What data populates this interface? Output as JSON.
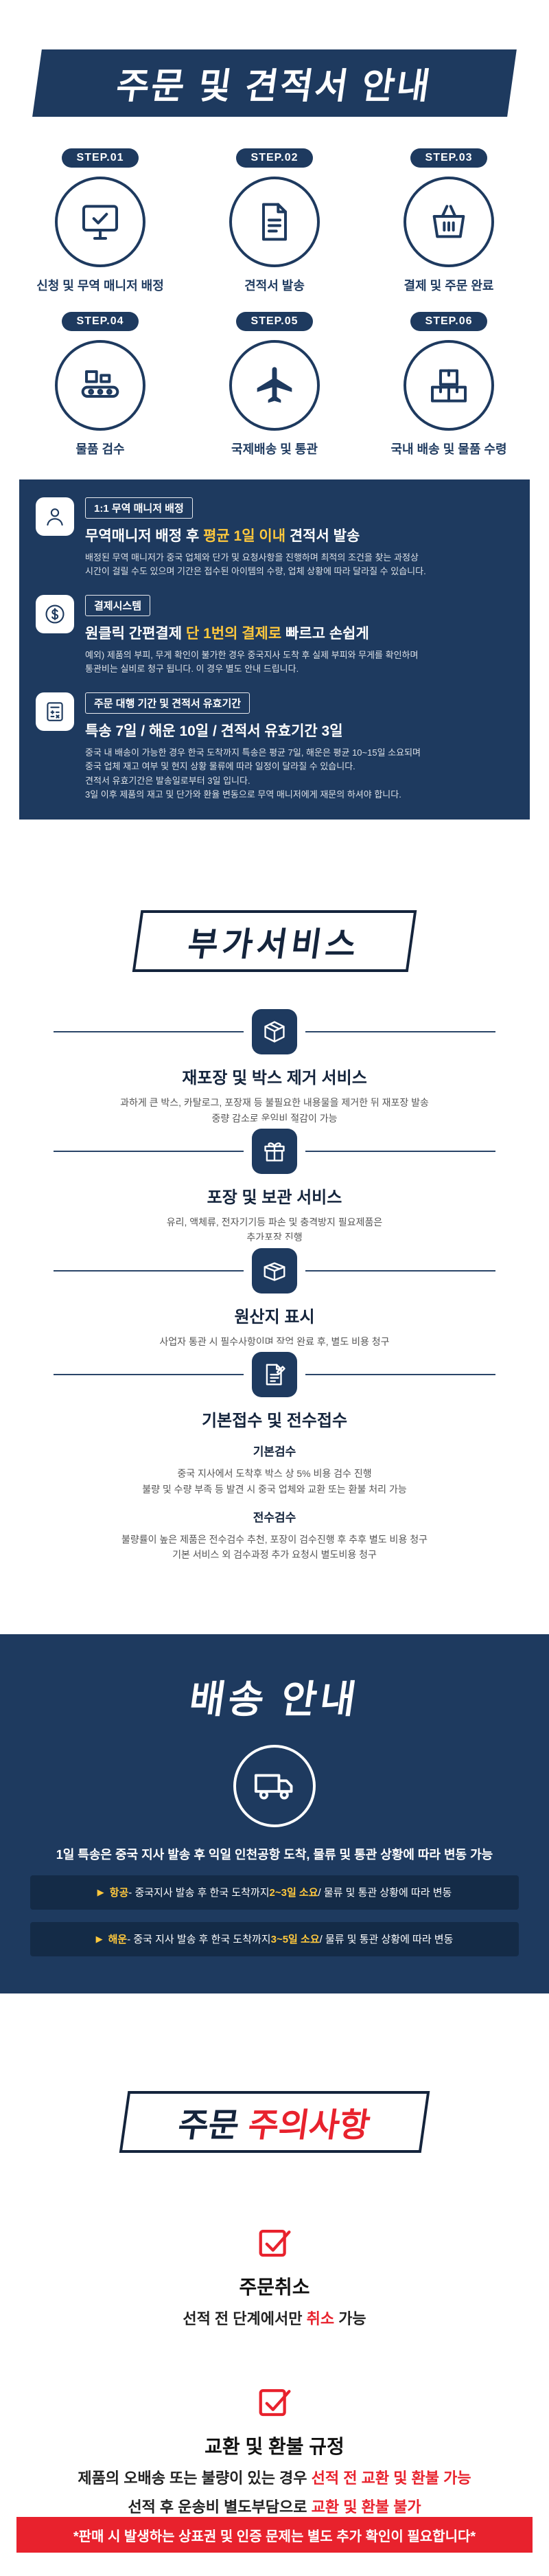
{
  "colors": {
    "navy": "#1e3a5f",
    "navy_dark": "#142b47",
    "red": "#e8222d",
    "gold": "#ffc83d"
  },
  "order_guide": {
    "title": "주문 및 견적서 안내",
    "steps": [
      {
        "badge": "STEP.01",
        "label": "신청 및 무역 매니저 배정",
        "icon": "monitor-icon"
      },
      {
        "badge": "STEP.02",
        "label": "견적서 발송",
        "icon": "quote-document-icon"
      },
      {
        "badge": "STEP.03",
        "label": "결제 및 주문 완료",
        "icon": "basket-icon"
      },
      {
        "badge": "STEP.04",
        "label": "물품 검수",
        "icon": "conveyor-icon"
      },
      {
        "badge": "STEP.05",
        "label": "국제배송 및 통관",
        "icon": "airplane-icon"
      },
      {
        "badge": "STEP.06",
        "label": "국내 배송 및 물품 수령",
        "icon": "boxes-icon"
      }
    ],
    "info_blocks": [
      {
        "badge": "1:1 무역 매니저 배정",
        "headline_pre": "무역매니저 배정 후 ",
        "headline_hl": "평균 1일 이내",
        "headline_post": " 견적서 발송",
        "body": "배정된 무역 매니저가 중국 업체와 단가 및 요청사항을 진행하며 최적의 조건을 찾는 과정상\n시간이 걸릴 수도 있으며 기간은 접수된 아이템의 수량, 업체 상황에 따라 달라질 수 있습니다.",
        "icon": "manager-person-icon"
      },
      {
        "badge": "결제시스템",
        "headline_pre": "원클릭 간편결제 ",
        "headline_hl": "단 1번의 결제로",
        "headline_post": " 빠르고 손쉽게",
        "body": "예외) 제품의 부피, 무게 확인이 불가한 경우 중국지사 도착 후 실제 부피와 무게를 확인하며\n통관비는 실비로 청구 됩니다. 이 경우 별도 안내 드립니다.",
        "icon": "payment-dollar-icon"
      },
      {
        "badge": "주문 대행 기간 및 견적서 유효기간",
        "headline_pre": "특송 7일 / 해운 10일 / 견적서 유효기간 3일",
        "headline_hl": "",
        "headline_post": "",
        "body": "중국 내 배송이 가능한 경우 한국 도착까지 특송은 평균 7일, 해운은 평균 10~15일 소요되며\n중국 업체 재고 여부 및 현지 상황 물류에 따라 일정이 달라질 수 있습니다.\n견적서 유효기간은 발송일로부터 3일 입니다.\n3일 이후 제품의 재고 및 단가와 환율 변동으로 무역 매니저에게 재문의 하셔야 합니다.",
        "icon": "calculator-icon"
      }
    ]
  },
  "services": {
    "title": "부가서비스",
    "items": [
      {
        "title": "재포장 및 박스 제거 서비스",
        "body": "과하게 큰 박스, 카탈로그, 포장재 등 불필요한 내용물을 제거한 뒤 재포장 발송\n중량 감소로 운임비 절감이 가능",
        "icon": "repack-box-icon"
      },
      {
        "title": "포장 및 보관 서비스",
        "body": "유리, 액체류, 전자기기등 파손 및 충격방지 필요제품은\n추가포장 진행",
        "icon": "gift-icon"
      },
      {
        "title": "원산지 표시",
        "body": "사업자 통관 시 필수사항이며 작업 완료 후, 별도 비용 청구",
        "icon": "origin-box-icon"
      },
      {
        "title": "기본접수 및 전수접수",
        "icon": "inspection-doc-icon",
        "sub1_title": "기본검수",
        "sub1_body": "중국 지사에서 도착후 박스 상 5% 비용 검수 진행\n불량 및 수량 부족 등 발견 시 중국 업체와 교환 또는 환불 처리 가능",
        "sub2_title": "전수검수",
        "sub2_body": "불량률이 높은 제품은 전수검수 추천, 포장이 검수진행 후 추후 별도 비용 청구\n기본 서비스 외 검수과정 추가 요청시 별도비용 청구"
      }
    ]
  },
  "shipping": {
    "title": "배송 안내",
    "icon": "truck-icon",
    "intro": "1일 특송은 중국 지사 발송 후 익일 인천공항 도착, 물류 및 통관 상황에 따라 변동 가능",
    "arrow_glyph": "▶",
    "bars": [
      {
        "label": "항공",
        "pre": " - 중국지사 발송 후 한국 도착까지 ",
        "hl": "2~3일 소요",
        "post": " / 물류 및 통관 상황에 따라 변동"
      },
      {
        "label": "해운",
        "pre": " - 중국 지사 발송 후 한국 도착까지 ",
        "hl": "3~5일 소요",
        "post": " / 물류 및 통관 상황에 따라 변동"
      }
    ]
  },
  "caution": {
    "title_dark": "주문",
    "title_red": "주의사항",
    "items": [
      {
        "title": "주문취소",
        "icon": "checkbox-check-icon",
        "lines": [
          {
            "pre": "선적 전 단계에서만 ",
            "red": "취소",
            "post": " 가능"
          }
        ]
      },
      {
        "title": "교환 및 환불 규정",
        "icon": "checkbox-check-icon",
        "lines": [
          {
            "pre": "제품의 오배송 또는 불량이 있는 경우 ",
            "red": "선적 전 교환 및 환불 가능",
            "post": ""
          },
          {
            "pre": "선적 후 운송비 별도부담으로 ",
            "red": "교환 및 환불 불가",
            "post": ""
          }
        ]
      }
    ],
    "footer": "*판매 시 발생하는 상표권 및 인증 문제는 별도 추가 확인이 필요합니다*"
  }
}
